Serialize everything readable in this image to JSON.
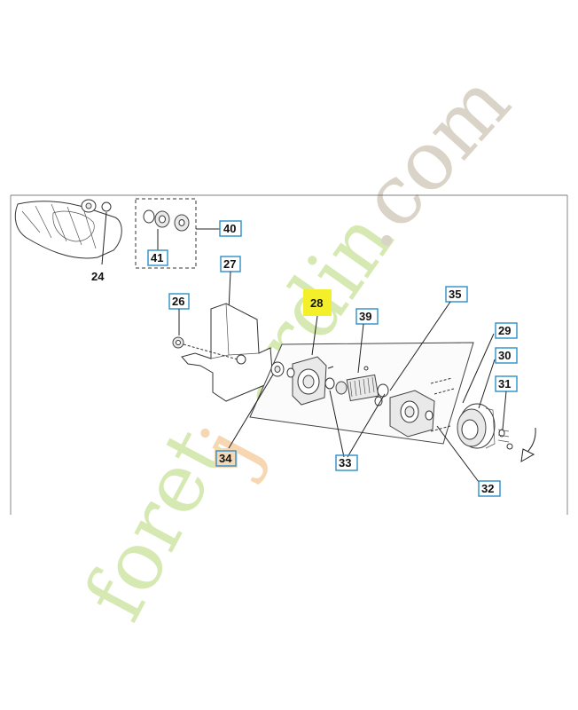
{
  "labels": {
    "l24": "24",
    "l26": "26",
    "l27": "27",
    "l28": "28",
    "l29": "29",
    "l30": "30",
    "l31": "31",
    "l32": "32",
    "l33": "33",
    "l34": "34",
    "l35": "35",
    "l39": "39",
    "l40": "40",
    "l41": "41"
  },
  "watermark": {
    "part1": "foret",
    "part2": "j",
    "part3": "ardin",
    "part4": ".com"
  },
  "colors": {
    "label_box": "#2b8fc9",
    "highlight_28": "#f3f02b",
    "highlight_34": "#f6d9b4",
    "watermark_green": "#c8e39a",
    "watermark_orange": "#f5c79a",
    "watermark_gray": "#cfc6b8"
  }
}
